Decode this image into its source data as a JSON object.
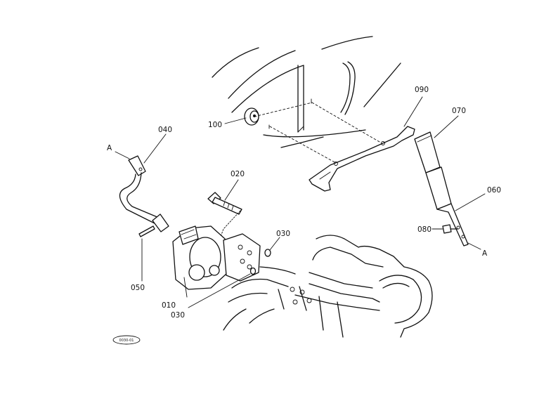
{
  "diagram": {
    "parts": [
      {
        "id": "p010",
        "label": "010"
      },
      {
        "id": "p020",
        "label": "020"
      },
      {
        "id": "p030a",
        "label": "030"
      },
      {
        "id": "p030b",
        "label": "030"
      },
      {
        "id": "p040",
        "label": "040"
      },
      {
        "id": "p050",
        "label": "050"
      },
      {
        "id": "p060",
        "label": "060"
      },
      {
        "id": "p070",
        "label": "070"
      },
      {
        "id": "p080",
        "label": "080"
      },
      {
        "id": "p090",
        "label": "090"
      },
      {
        "id": "p100",
        "label": "100"
      }
    ],
    "refs": {
      "left": "A",
      "right": "A"
    },
    "stamp": "0030-01"
  }
}
